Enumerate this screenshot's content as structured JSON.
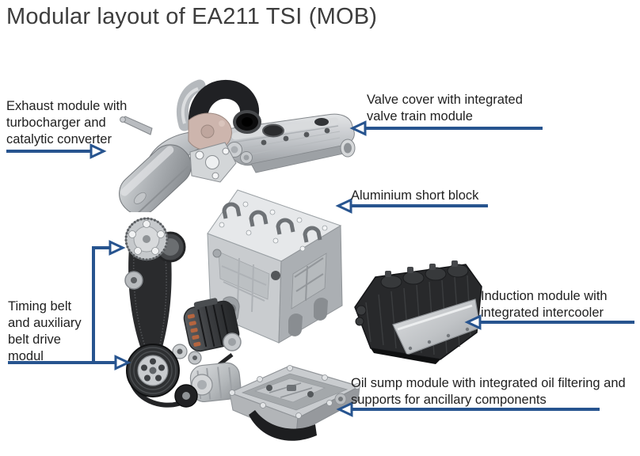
{
  "title": "Modular layout of EA211 TSI (MOB)",
  "colors": {
    "background": "#ffffff",
    "title_text": "#3d3d3d",
    "label_text": "#1f1f1f",
    "arrow": "#27548f"
  },
  "callouts": [
    {
      "id": "exhaust-module",
      "label": "Exhaust module with turbocharger and catalytic converter",
      "arrow_direction": "right"
    },
    {
      "id": "valve-cover",
      "label": "Valve cover with integrated valve train module",
      "arrow_direction": "left"
    },
    {
      "id": "short-block",
      "label": "Aluminium short block",
      "arrow_direction": "left"
    },
    {
      "id": "timing-belt",
      "label": "Timing belt and auxiliary belt drive modul",
      "arrow_direction": "right-forked"
    },
    {
      "id": "induction-module",
      "label": "Induction module with integrated intercooler",
      "arrow_direction": "left"
    },
    {
      "id": "oil-sump",
      "label": "Oil sump module with integrated oil filtering and supports for ancillary components",
      "arrow_direction": "left"
    }
  ],
  "illustrations": [
    "exhaust-turbocharger-catalytic-converter",
    "valve-cover-valvetrain-module",
    "aluminium-short-block",
    "timing-belt-auxiliary-drive-module",
    "induction-module-intercooler",
    "oil-sump-module"
  ]
}
